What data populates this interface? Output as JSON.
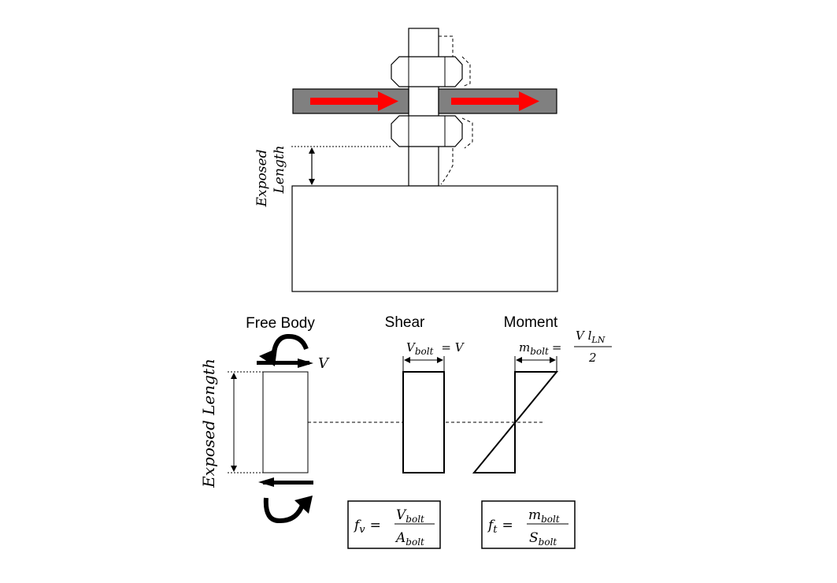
{
  "top_label": {
    "line1": "Exposed",
    "line2": "Length"
  },
  "headings": {
    "free_body": "Free Body",
    "shear": "Shear",
    "moment": "Moment"
  },
  "side_label": "Exposed Length",
  "force_label": "V",
  "shear_eq": {
    "lhs": "V",
    "lhs_sub": "bolt",
    "rhs": "= V"
  },
  "moment_eq": {
    "lhs": "m",
    "lhs_sub": "bolt",
    "eq": "=",
    "num": "V l",
    "num_sub": "LN",
    "den": "2"
  },
  "fv_eq": {
    "lhs": "f",
    "lhs_sub": "v",
    "eq": "=",
    "num": "V",
    "num_sub": "bolt",
    "den": "A",
    "den_sub": "bolt"
  },
  "ft_eq": {
    "lhs": "f",
    "lhs_sub": "t",
    "eq": "=",
    "num": "m",
    "num_sub": "bolt",
    "den": "S",
    "den_sub": "bolt"
  },
  "colors": {
    "plate": "#808080",
    "arrow": "#ff0000",
    "line": "#000000"
  }
}
